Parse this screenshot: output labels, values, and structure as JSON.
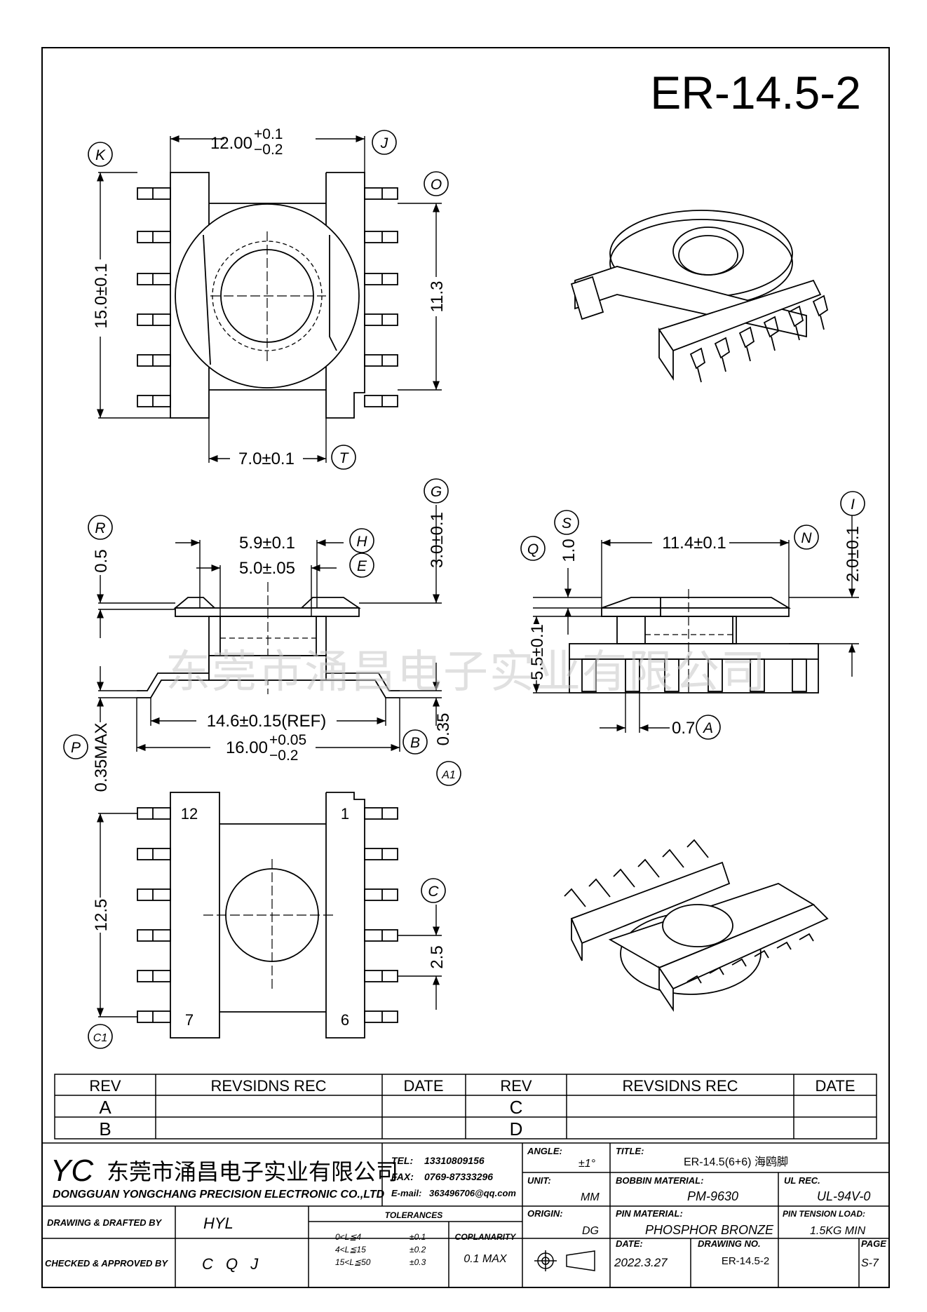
{
  "drawing_title": "ER-14.5-2",
  "watermark": "东莞市涌昌电子实业有限公司",
  "top_view": {
    "dim_width": "12.00",
    "dim_width_tol_plus": "+0.1",
    "dim_width_tol_minus": "−0.2",
    "dim_height": "15.0±0.1",
    "dim_slot": "11.3",
    "dim_base": "7.0±0.1"
  },
  "front_view": {
    "dim_r": "0.5",
    "dim_h": "5.9±0.1",
    "dim_e": "5.0±.05",
    "dim_g": "3.0±0.1",
    "dim_ref": "14.6±0.15(REF)",
    "dim_b": "16.00",
    "dim_b_plus": "+0.05",
    "dim_b_minus": "−0.2",
    "dim_p": "0.35MAX",
    "dim_a1": "0.35"
  },
  "side_view": {
    "dim_s": "1.0",
    "dim_n": "11.4±0.1",
    "dim_i": "2.0±0.1",
    "dim_q": "5.5±0.1",
    "dim_a": "0.7"
  },
  "bottom_view": {
    "pin_12": "12",
    "pin_1": "1",
    "pin_7": "7",
    "pin_6": "6",
    "dim_c1": "12.5",
    "dim_c": "2.5"
  },
  "callouts": {
    "K": "K",
    "J": "J",
    "O": "O",
    "T": "T",
    "R": "R",
    "H": "H",
    "E": "E",
    "G": "G",
    "P": "P",
    "B": "B",
    "A1": "A1",
    "S": "S",
    "Q": "Q",
    "N": "N",
    "I": "I",
    "A": "A",
    "C": "C",
    "C1": "C1"
  },
  "revision_table": {
    "headers": [
      "REV",
      "REVSIDNS REC",
      "DATE",
      "REV",
      "REVSIDNS REC",
      "DATE"
    ],
    "rev_left": [
      "A",
      "B"
    ],
    "rev_right": [
      "C",
      "D"
    ]
  },
  "title_block": {
    "logo": "YC",
    "company_cn": "东莞市涌昌电子实业有限公司",
    "company_en": "DONGGUAN YONGCHANG PRECISION ELECTRONIC CO.,LTD",
    "tel_label": "TEL:",
    "tel": "13310809156",
    "fax_label": "FAX:",
    "fax": "0769-87333296",
    "email_label": "E-mail:",
    "email": "363496706@qq.com",
    "angle_label": "ANGLE:",
    "angle": "±1°",
    "title_label": "TITLE:",
    "title": "ER-14.5(6+6) 海鸥脚",
    "unit_label": "UNIT:",
    "unit": "MM",
    "bobbin_label": "BOBBIN MATERIAL:",
    "bobbin": "PM-9630",
    "ul_label": "UL REC.",
    "ul": "UL-94V-0",
    "drawn_label": "DRAWING & DRAFTED BY",
    "drawn": "HYL",
    "tol_label": "TOLERANCES",
    "origin_label": "ORIGIN:",
    "origin": "DG",
    "pin_mat_label": "PIN MATERIAL:",
    "pin_mat": "PHOSPHOR BRONZE",
    "tension_label": "PIN TENSION LOAD:",
    "tension": "1.5KG MIN",
    "checked_label": "CHECKED & APPROVED BY",
    "checked": "C Q J",
    "tol_rows": [
      {
        "range": "0<L≦4",
        "val": "±0.1"
      },
      {
        "range": "4<L≦15",
        "val": "±0.2"
      },
      {
        "range": "15<L≦50",
        "val": "±0.3"
      }
    ],
    "coplanarity_label": "COPLANARITY",
    "coplanarity": "0.1 MAX",
    "date_label": "DATE:",
    "date": "2022.3.27",
    "drawing_no_label": "DRAWING NO.",
    "drawing_no": "ER-14.5-2",
    "page_label": "PAGE",
    "page": "S-7"
  }
}
